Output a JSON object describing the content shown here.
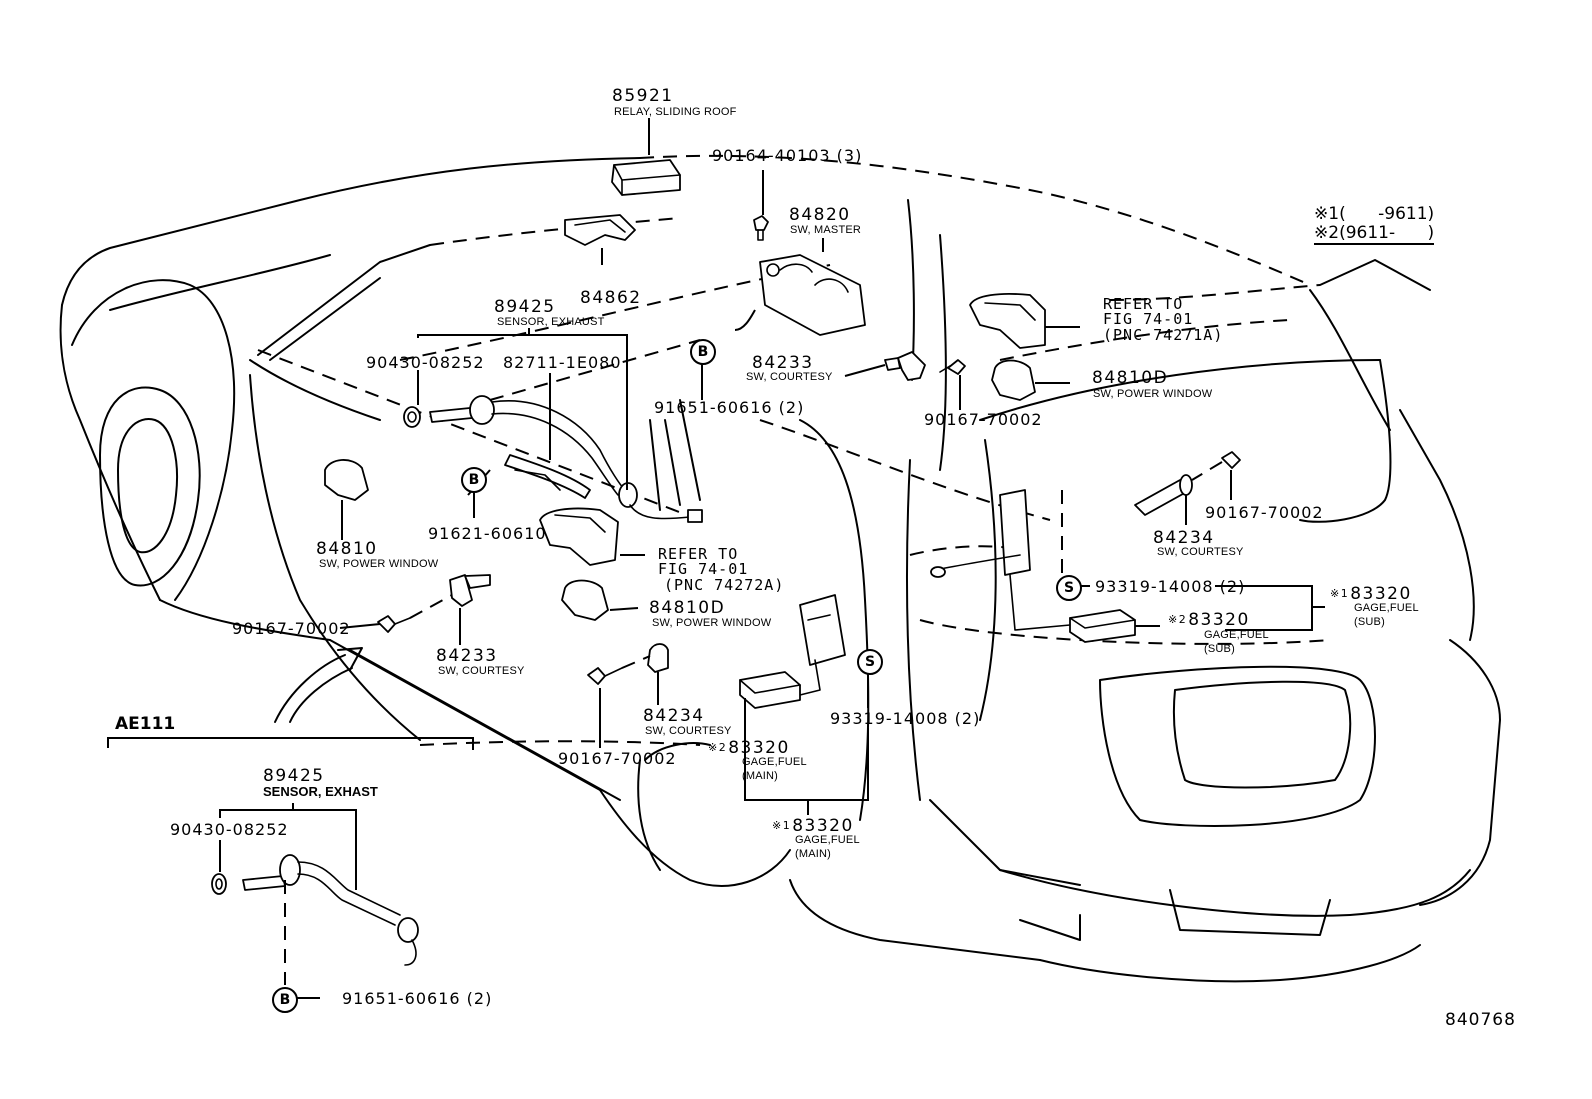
{
  "diagram": {
    "illustration_number": "840768",
    "legend": [
      {
        "marker": "※1",
        "text": "(      -9611)"
      },
      {
        "marker": "※2",
        "text": "(9611-      )"
      }
    ],
    "inset": {
      "title": "AE111",
      "parts": [
        {
          "number": "89425",
          "description": "SENSOR, EXHAST"
        },
        {
          "number": "90430-08252",
          "description": ""
        },
        {
          "number": "91651-60616 (2)",
          "description": "",
          "callout": "B"
        }
      ]
    },
    "parts": [
      {
        "id": "relay",
        "number": "85921",
        "description": "RELAY, SLIDING ROOF"
      },
      {
        "id": "screw-roof",
        "number": "90164-40103 (3)",
        "description": ""
      },
      {
        "id": "master-sw",
        "number": "84820",
        "description": "SW, MASTER"
      },
      {
        "id": "bracket",
        "number": "84862",
        "description": ""
      },
      {
        "id": "exhaust-sensor",
        "number": "89425",
        "description": "SENSOR, EXHAUST"
      },
      {
        "id": "gasket",
        "number": "90430-08252",
        "description": ""
      },
      {
        "id": "wire",
        "number": "82711-1E080",
        "description": ""
      },
      {
        "id": "bolt-b",
        "number": "91651-60616 (2)",
        "description": "",
        "callout": "B"
      },
      {
        "id": "nut-b",
        "number": "91621-60610",
        "description": "",
        "callout": "B"
      },
      {
        "id": "courtesy-front-right",
        "number": "84233",
        "description": "SW, COURTESY"
      },
      {
        "id": "screw-right",
        "number": "90167-70002",
        "description": ""
      },
      {
        "id": "pw-rear-right",
        "number": "84810D",
        "description": "SW, POWER WINDOW"
      },
      {
        "id": "refer-right",
        "refer": [
          "REFER TO",
          "FIG 74-01",
          "(PNC 74271A)"
        ]
      },
      {
        "id": "pw-left",
        "number": "84810",
        "description": "SW, POWER WINDOW"
      },
      {
        "id": "refer-left",
        "refer": [
          "REFER TO",
          "FIG 74-01",
          "(PNC 74272A)"
        ]
      },
      {
        "id": "pw-rear-left",
        "number": "84810D",
        "description": "SW, POWER WINDOW"
      },
      {
        "id": "screw-left",
        "number": "90167-70002",
        "description": ""
      },
      {
        "id": "courtesy-left",
        "number": "84233",
        "description": "SW, COURTESY"
      },
      {
        "id": "courtesy-rear-left",
        "number": "84234",
        "description": "SW, COURTESY"
      },
      {
        "id": "screw-rear-left",
        "number": "90167-70002",
        "description": ""
      },
      {
        "id": "courtesy-back",
        "number": "84234",
        "description": "SW, COURTESY"
      },
      {
        "id": "screw-back",
        "number": "90167-70002",
        "description": ""
      },
      {
        "id": "screw-s-sub",
        "number": "93319-14008 (2)",
        "description": "",
        "callout": "S"
      },
      {
        "id": "gage-sub-2",
        "marker": "※2",
        "number": "83320",
        "description": "GAGE,FUEL",
        "sub": "(SUB)"
      },
      {
        "id": "gage-sub-1",
        "marker": "※1",
        "number": "83320",
        "description": "GAGE,FUEL",
        "sub": "(SUB)"
      },
      {
        "id": "screw-s-main",
        "number": "93319-14008 (2)",
        "description": "",
        "callout": "S"
      },
      {
        "id": "gage-main-2",
        "marker": "※2",
        "number": "83320",
        "description": "GAGE,FUEL",
        "sub": "(MAIN)"
      },
      {
        "id": "gage-main-1",
        "marker": "※1",
        "number": "83320",
        "description": "GAGE,FUEL",
        "sub": "(MAIN)"
      }
    ]
  }
}
